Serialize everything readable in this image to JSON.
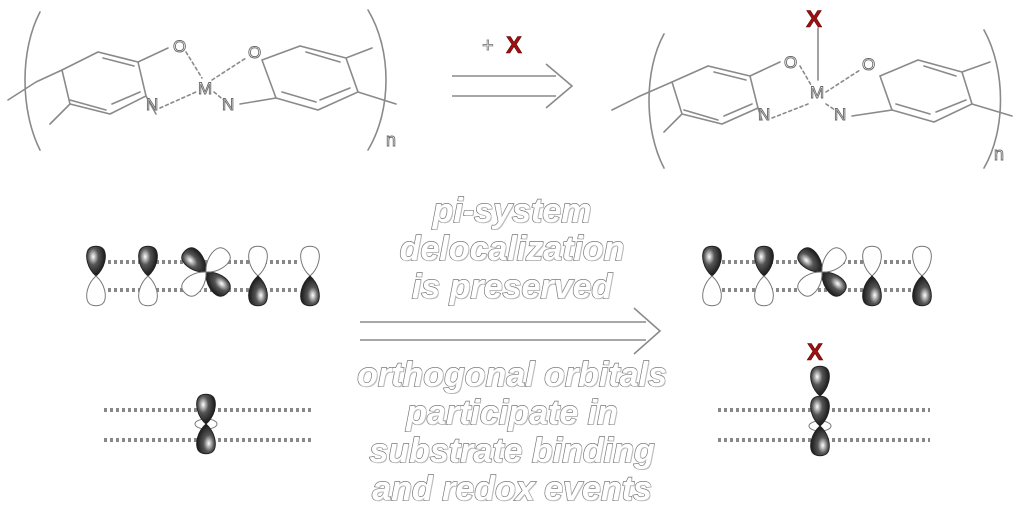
{
  "reaction_top": {
    "left_complex": {
      "atoms": {
        "o_left": "O",
        "o_right": "O",
        "metal": "M",
        "n_left": "N",
        "n_right": "N"
      },
      "subscript": "n"
    },
    "reagent": {
      "plus": "+",
      "group": "X"
    },
    "right_complex": {
      "atoms": {
        "o_left": "O",
        "o_right": "O",
        "metal": "M",
        "n_left": "N",
        "n_right": "N"
      },
      "subscript": "n",
      "bound_group": "X"
    }
  },
  "center_text": {
    "top_lines": [
      "pi-system",
      "delocalization",
      "is preserved"
    ],
    "bottom_lines": [
      "orthogonal orbitals",
      "participate in",
      "substrate binding",
      "and redox events"
    ]
  },
  "orbital_right": {
    "bound_group": "X"
  },
  "colors": {
    "accent": "#a01010",
    "line": "#7a7a7a",
    "lobe_dark": "#1a1a1a",
    "lobe_light": "#ffffff"
  }
}
